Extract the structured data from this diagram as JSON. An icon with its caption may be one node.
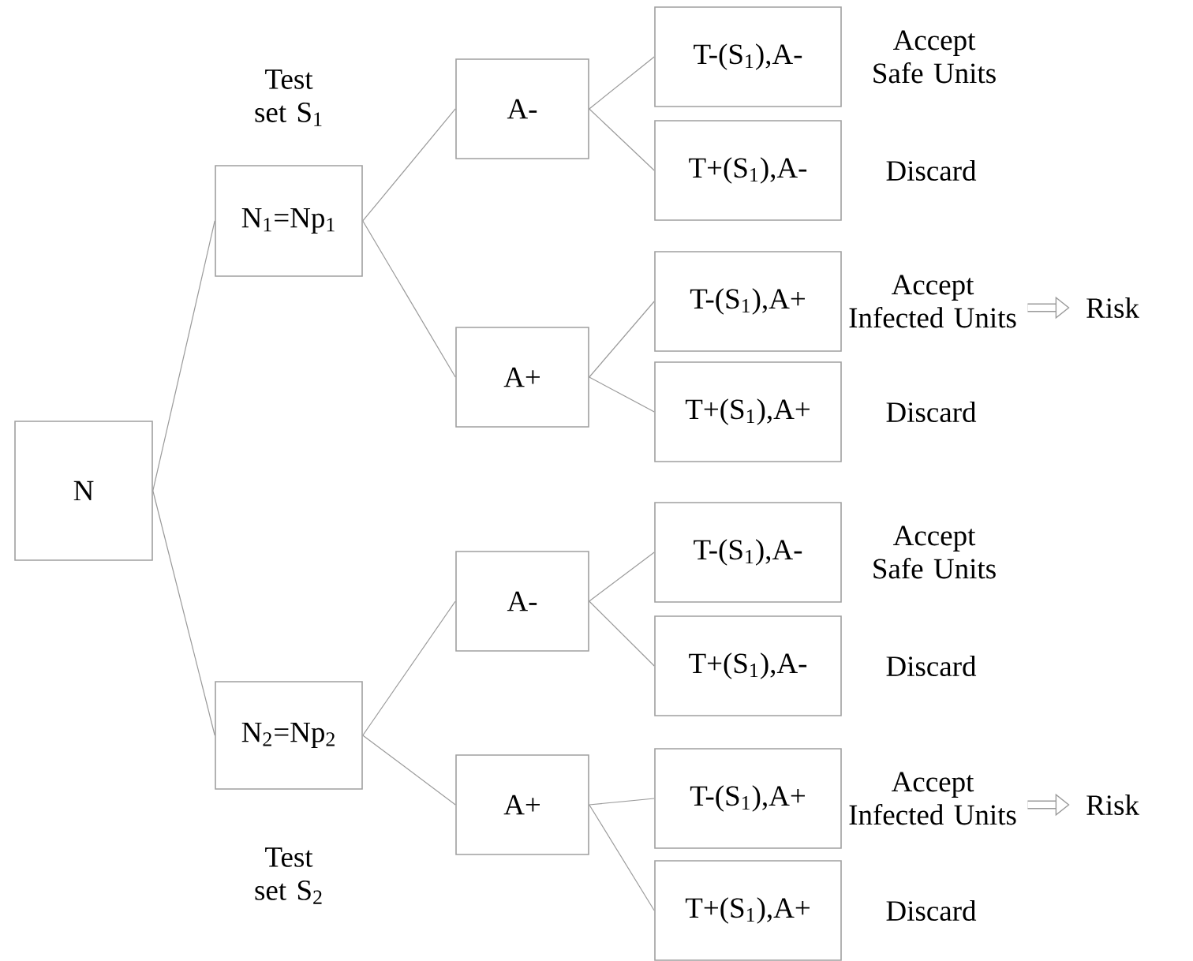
{
  "diagram": {
    "nodes": [
      {
        "text": [
          "N"
        ]
      },
      {
        "text": [
          "N$_{1}$=Np$_{1}$"
        ],
        "beside": [
          "Test set S$_{1}$"
        ]
      },
      {
        "text": [
          "A-"
        ]
      },
      {
        "text": [
          "T-(S$_{1}$),A-"
        ],
        "beside": [
          "Accept Safe Units"
        ]
      },
      {
        "text": [
          "T+(S$_{1}$),A-"
        ],
        "beside": [
          "Discard"
        ]
      },
      {
        "text": [
          "A+"
        ]
      },
      {
        "text": [
          "T-(S$_{1}$),A+"
        ]
      },
      {
        "text": [
          "Accept Infected Units"
        ]
      },
      {
        "text": [
          "Risk"
        ]
      },
      {
        "text": [
          "T+(S$_{1}$),A+"
        ],
        "beside": [
          "Discard"
        ]
      },
      {
        "text": [
          "N$_{2}$=Np$_{2}$"
        ],
        "beside": [
          "Test set S$_{2}$"
        ]
      },
      {
        "text": [
          "A-"
        ]
      },
      {
        "text": [
          "T-(S$_{1}$),A-"
        ],
        "beside": [
          "Accept Safe Units"
        ]
      },
      {
        "text": [
          "T+(S$_{1}$),A-"
        ],
        "beside": [
          "Discard"
        ]
      },
      {
        "text": [
          "A+"
        ]
      },
      {
        "text": [
          "T-(S$_{1}$),A+"
        ]
      },
      {
        "text": [
          "Accept Infected Units"
        ]
      },
      {
        "text": [
          "Risk"
        ]
      },
      {
        "text": [
          "T+(S$_{1}$),A+"
        ],
        "beside": [
          "Discard"
        ]
      }
    ],
    "edges": [
      {
        "from": 0,
        "to": 1,
        "arrow": "none"
      },
      {
        "from": 0,
        "to": 10,
        "arrow": "none"
      },
      {
        "from": 1,
        "to": 2,
        "arrow": "none"
      },
      {
        "from": 1,
        "to": 5,
        "arrow": "none"
      },
      {
        "from": 2,
        "to": 3,
        "arrow": "none"
      },
      {
        "from": 2,
        "to": 4,
        "arrow": "none"
      },
      {
        "from": 5,
        "to": 6,
        "arrow": "none"
      },
      {
        "from": 5,
        "to": 9,
        "arrow": "none"
      },
      {
        "from": 7,
        "to": 8,
        "arrow": "to",
        "style": "thick"
      },
      {
        "from": 10,
        "to": 11,
        "arrow": "none"
      },
      {
        "from": 10,
        "to": 14,
        "arrow": "none"
      },
      {
        "from": 11,
        "to": 12,
        "arrow": "none"
      },
      {
        "from": 11,
        "to": 13,
        "arrow": "none"
      },
      {
        "from": 14,
        "to": 15,
        "arrow": "none"
      },
      {
        "from": 14,
        "to": 18,
        "arrow": "none"
      },
      {
        "from": 16,
        "to": 17,
        "arrow": "to",
        "style": "thick"
      }
    ]
  }
}
